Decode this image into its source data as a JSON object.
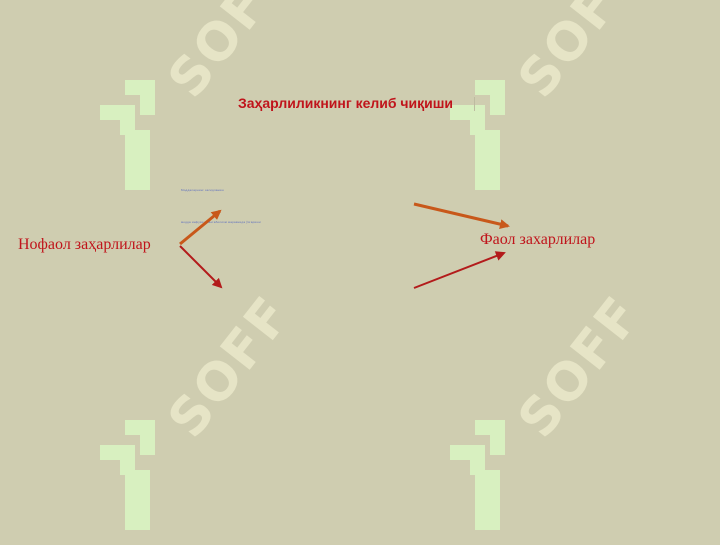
{
  "title": "Заҳарлиликнинг келиб чиқиши",
  "left_label": "Нофаол заҳарлилар",
  "right_label": "Фаол захарлилар",
  "tiny_texts": [
    "Моддаларнинг оксидланиш",
    "модда инфузион метаболизм жараёнида ўзгариши"
  ],
  "watermark": {
    "text": "SOFF",
    "icon": "soff-logo-icon"
  },
  "colors": {
    "background": "#cfcdb0",
    "title": "#c0141b",
    "arrow_orange": "#c8581a",
    "arrow_red": "#b31b1b",
    "watermark_logo": "#d8f0c0",
    "watermark_text": "#e6e4c6"
  }
}
